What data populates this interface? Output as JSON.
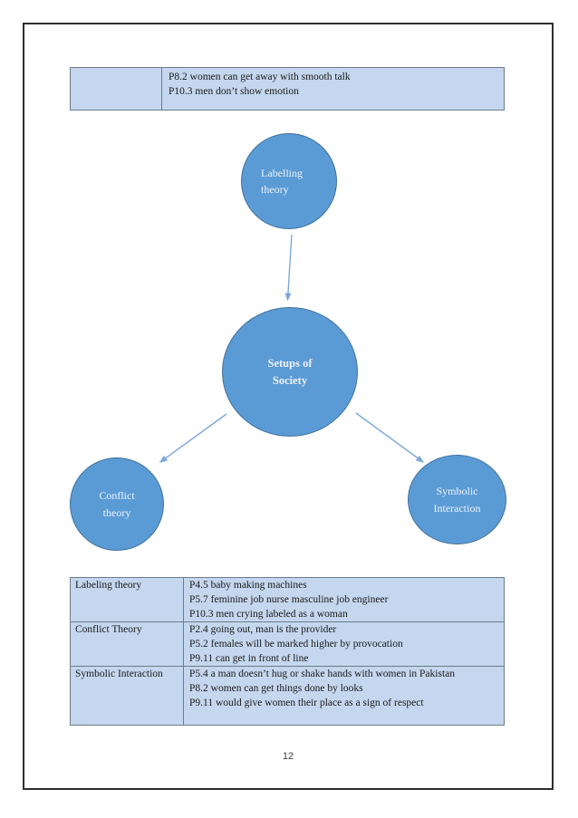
{
  "colors": {
    "node_fill": "#5B9BD5",
    "node_border": "#41719C",
    "node_text": "#EDF3FB",
    "table_fill": "#C4D7EE",
    "table_border": "#6E7B8B",
    "arrow": "#7DA7DC"
  },
  "top_table": {
    "left_cell": "",
    "lines": [
      "P8.2 women can get away with smooth talk",
      "P10.3 men don’t show emotion"
    ]
  },
  "diagram": {
    "nodes": {
      "labelling": {
        "line1": "Labelling",
        "line2": "theory"
      },
      "setups": {
        "line1": "Setups of",
        "line2": "Society"
      },
      "conflict": {
        "line1": "Conflict",
        "line2": "theory"
      },
      "symbolic": {
        "line1": "Symbolic",
        "line2": "Interaction"
      }
    },
    "edges": [
      {
        "from": "labelling",
        "to": "setups"
      },
      {
        "from": "setups",
        "to": "conflict"
      },
      {
        "from": "setups",
        "to": "symbolic"
      }
    ]
  },
  "bottom_table": {
    "rows": [
      {
        "label": "Labeling theory",
        "lines": [
          "P4.5 baby making machines",
          "P5.7 feminine job nurse masculine job engineer",
          "P10.3 men crying labeled as a woman"
        ]
      },
      {
        "label": "Conflict Theory",
        "lines": [
          "P2.4 going out, man is the provider",
          "P5.2 females will be marked higher by provocation",
          "P9.11 can get in front of line"
        ]
      },
      {
        "label": "Symbolic Interaction",
        "lines": [
          "P5.4 a man doesn’t hug or shake hands with women in Pakistan",
          "P8.2 women can get things done by looks",
          "P9.11 would give women their place as a sign of respect"
        ]
      }
    ]
  },
  "page": {
    "number": "12"
  }
}
